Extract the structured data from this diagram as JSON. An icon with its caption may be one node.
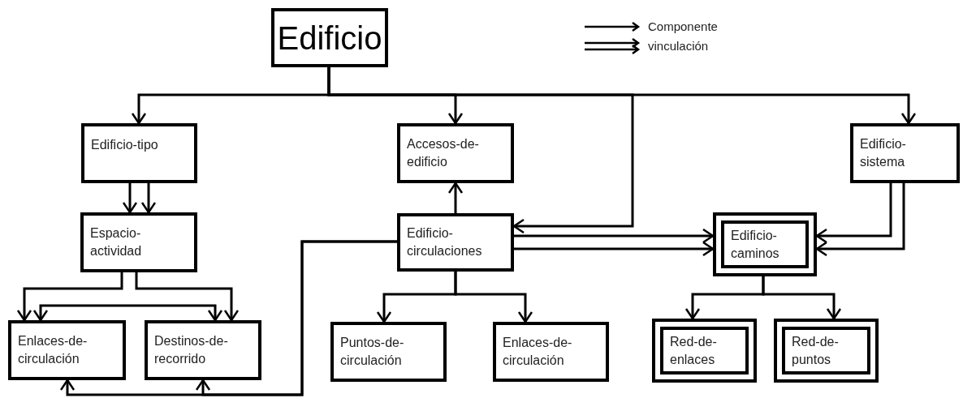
{
  "diagram": {
    "nodes": [
      {
        "text": [
          "Edificio"
        ]
      },
      {
        "text": [
          "Edificio-tipo"
        ]
      },
      {
        "text": [
          "Accesos-de-edificio"
        ]
      },
      {
        "text": [
          "Edificio-sistema"
        ]
      },
      {
        "text": [
          "Espacio-actividad"
        ]
      },
      {
        "text": [
          "Edificio-circulaciones"
        ]
      },
      {
        "text": [],
        "shape": "box"
      },
      {
        "text": [
          "Edificio-caminos"
        ],
        "in": 6
      },
      {
        "text": [
          "Enlaces-de-circulación"
        ]
      },
      {
        "text": [
          "Destinos-de-recorrido"
        ]
      },
      {
        "text": [
          "Puntos-de-circulación"
        ]
      },
      {
        "text": [
          "Enlaces-de-circulación"
        ]
      },
      {
        "text": [],
        "shape": "box"
      },
      {
        "text": [
          "Red-de-enlaces"
        ],
        "in": 12
      },
      {
        "text": [],
        "shape": "box"
      },
      {
        "text": [
          "Red-de-puntos"
        ],
        "in": 14
      }
    ],
    "edges": [
      {
        "from": 0,
        "to": 1,
        "arrow": "to"
      },
      {
        "from": 0,
        "to": 2,
        "arrow": "to"
      },
      {
        "from": 0,
        "to": 3,
        "arrow": "to"
      },
      {
        "from": 0,
        "to": 5,
        "arrow": "to"
      },
      {
        "from": 1,
        "to": 4,
        "arrow": "to"
      },
      {
        "from": 1,
        "to": 4,
        "arrow": "to"
      },
      {
        "from": 4,
        "to": 8,
        "arrow": "to"
      },
      {
        "from": 4,
        "to": 9,
        "arrow": "to"
      },
      {
        "from": 8,
        "to": 9,
        "arrow": "both"
      },
      {
        "from": 5,
        "to": 8,
        "arrow": "to"
      },
      {
        "from": 5,
        "to": 9,
        "arrow": "to"
      },
      {
        "from": 5,
        "to": 2,
        "arrow": "to"
      },
      {
        "from": 5,
        "to": 10,
        "arrow": "to"
      },
      {
        "from": 5,
        "to": 11,
        "arrow": "to"
      },
      {
        "from": 5,
        "to": 6,
        "arrow": "to"
      },
      {
        "from": 5,
        "to": 6,
        "arrow": "to"
      },
      {
        "from": 3,
        "to": 6,
        "arrow": "to"
      },
      {
        "from": 3,
        "to": 6,
        "arrow": "to"
      },
      {
        "from": 6,
        "to": 12,
        "arrow": "to"
      },
      {
        "from": 6,
        "to": 14,
        "arrow": "to"
      }
    ],
    "legend": [
      {
        "text": "Componente"
      },
      {
        "text": "vinculación"
      }
    ]
  }
}
